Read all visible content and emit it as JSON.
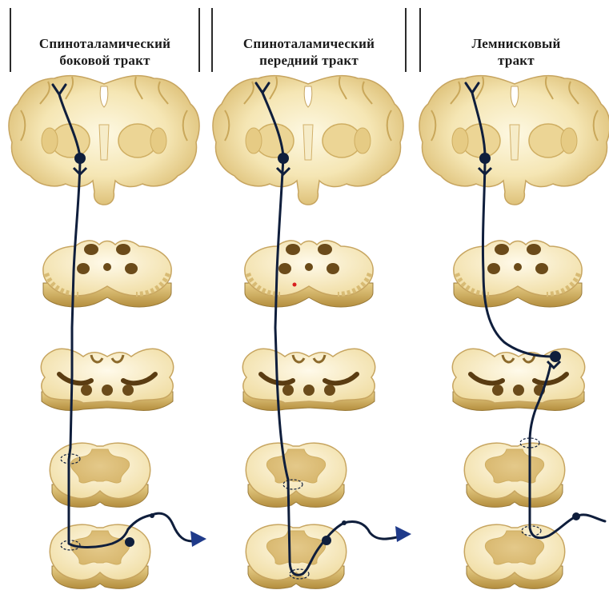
{
  "columns": [
    {
      "id": "lateral",
      "title_line1": "Спиноталамический",
      "title_line2": "боковой тракт"
    },
    {
      "id": "anterior",
      "title_line1": "Спиноталамический",
      "title_line2": "передний тракт"
    },
    {
      "id": "lemniscal",
      "title_line1": "Лемнисковый",
      "title_line2": "тракт"
    }
  ],
  "colors": {
    "tissue_light": "#fbf3d2",
    "tissue_mid": "#efdca0",
    "tissue_dark": "#c9a75a",
    "tissue_shadow": "#a9863c",
    "nucleus": "#7a5a22",
    "pathway": "#0f1e3c",
    "divider": "#2b2b2b"
  },
  "section_names": [
    "brain-coronal-section",
    "midbrain-section",
    "medulla-section",
    "cervical-cord-section",
    "lumbar-cord-section"
  ]
}
